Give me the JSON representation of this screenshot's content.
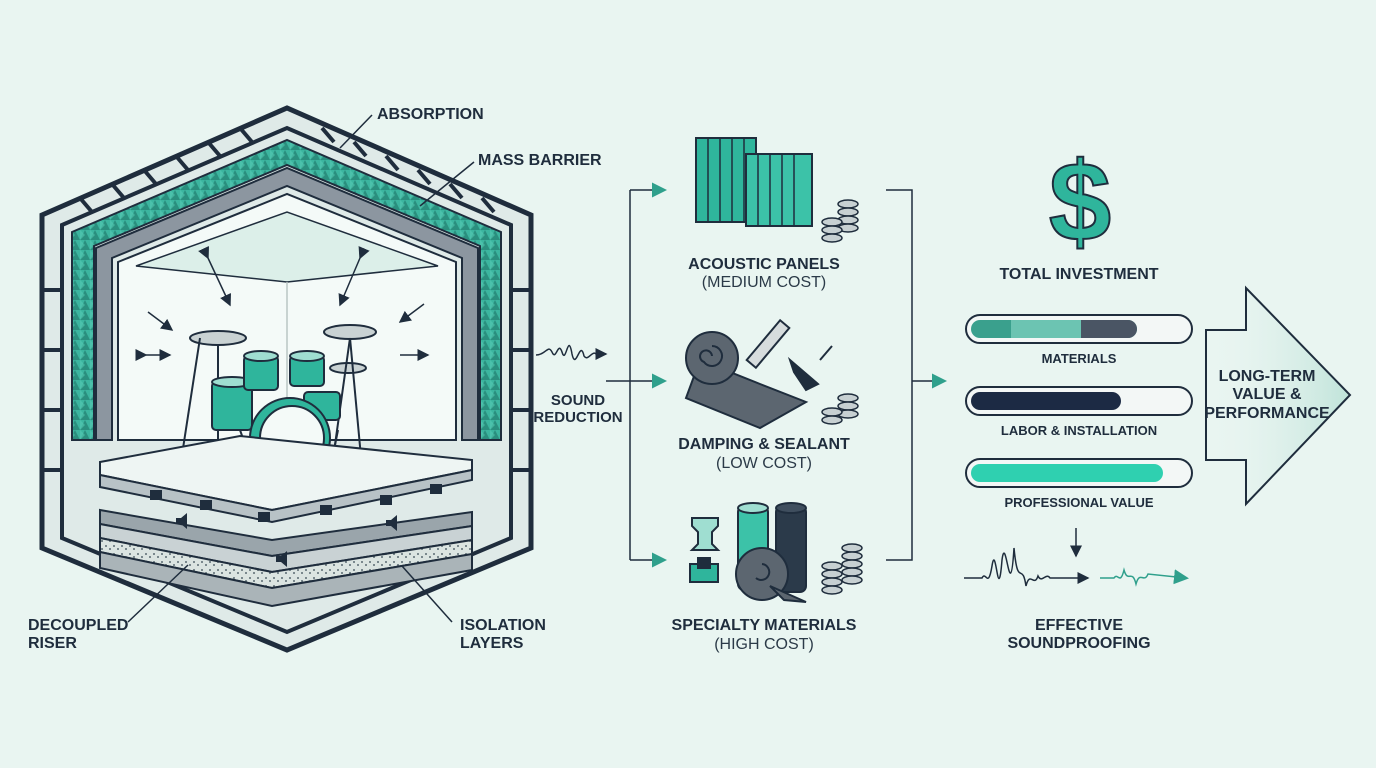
{
  "room": {
    "labels": {
      "absorption": "ABSORPTION",
      "mass_barrier": "MASS BARRIER",
      "decoupled_riser_line1": "DECOUPLED",
      "decoupled_riser_line2": "RISER",
      "isolation_layers_line1": "ISOLATION",
      "isolation_layers_line2": "LAYERS"
    }
  },
  "flow": {
    "sound_reduction_line1": "SOUND",
    "sound_reduction_line2": "REDUCTION"
  },
  "materials": [
    {
      "title": "ACOUSTIC PANELS",
      "cost": "(MEDIUM COST)",
      "icon": "acoustic-panel-icon"
    },
    {
      "title": "DAMPING & SEALANT",
      "cost": "(LOW COST)",
      "icon": "roll-and-caulk-gun-icon"
    },
    {
      "title": "SPECIALTY MATERIALS",
      "cost": "(HIGH COST)",
      "icon": "specialty-materials-icon"
    }
  ],
  "investment": {
    "title": "TOTAL INVESTMENT",
    "icon": "dollar-sign-icon",
    "bars": [
      {
        "label": "MATERIALS",
        "fill": 0.75,
        "color": "#3aa08d"
      },
      {
        "label": "LABOR & INSTALLATION",
        "fill": 0.68,
        "color": "#1c2a44"
      },
      {
        "label": "PROFESSIONAL VALUE",
        "fill": 0.87,
        "color": "#2fd0b0"
      }
    ],
    "result_line1": "EFFECTIVE",
    "result_line2": "SOUNDPROOFING",
    "arrow_line1": "LONG-TERM",
    "arrow_line2": "VALUE &",
    "arrow_line3": "PERFORMANCE"
  },
  "colors": {
    "background": "#e9f5f1",
    "teal": "#2fb59c",
    "dark": "#1f2d3d",
    "slate": "#5a6472"
  }
}
